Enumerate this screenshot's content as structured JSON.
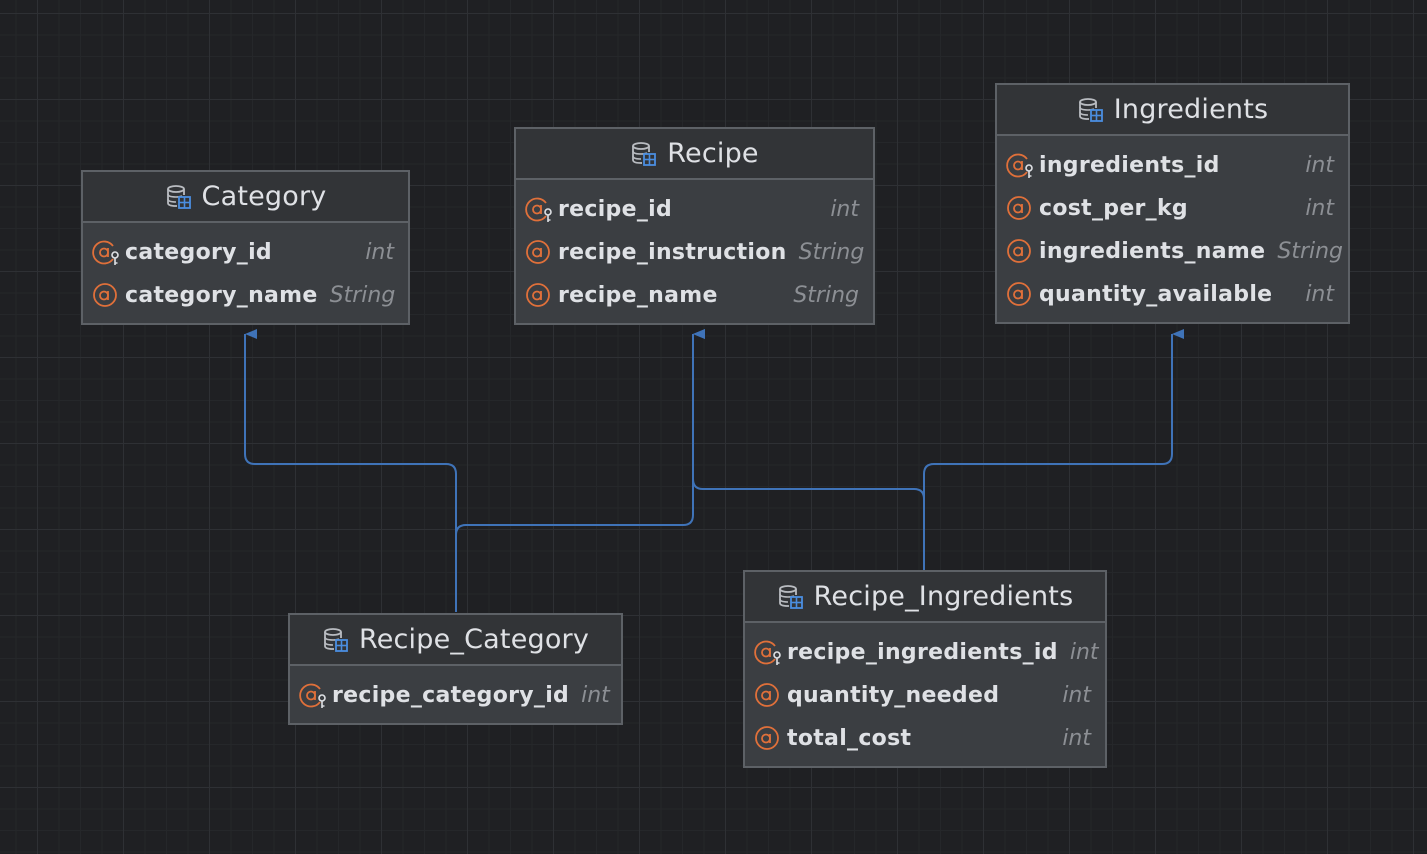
{
  "diagram": {
    "entities": [
      {
        "id": "category",
        "title": "Category",
        "fields": [
          {
            "name": "category_id",
            "type": "int",
            "key": true
          },
          {
            "name": "category_name",
            "type": "String",
            "key": false
          }
        ]
      },
      {
        "id": "recipe",
        "title": "Recipe",
        "fields": [
          {
            "name": "recipe_id",
            "type": "int",
            "key": true
          },
          {
            "name": "recipe_instruction",
            "type": "String",
            "key": false
          },
          {
            "name": "recipe_name",
            "type": "String",
            "key": false
          }
        ]
      },
      {
        "id": "ingredients",
        "title": "Ingredients",
        "fields": [
          {
            "name": "ingredients_id",
            "type": "int",
            "key": true
          },
          {
            "name": "cost_per_kg",
            "type": "int",
            "key": false
          },
          {
            "name": "ingredients_name",
            "type": "String",
            "key": false
          },
          {
            "name": "quantity_available",
            "type": "int",
            "key": false
          }
        ]
      },
      {
        "id": "recipe_category",
        "title": "Recipe_Category",
        "fields": [
          {
            "name": "recipe_category_id",
            "type": "int",
            "key": true
          }
        ]
      },
      {
        "id": "recipe_ingredients",
        "title": "Recipe_Ingredients",
        "fields": [
          {
            "name": "recipe_ingredients_id",
            "type": "int",
            "key": true
          },
          {
            "name": "quantity_needed",
            "type": "int",
            "key": false
          },
          {
            "name": "total_cost",
            "type": "int",
            "key": false
          }
        ]
      }
    ],
    "relations": [
      {
        "from": "recipe_category",
        "to": "category"
      },
      {
        "from": "recipe_category",
        "to": "recipe"
      },
      {
        "from": "recipe_ingredients",
        "to": "recipe"
      },
      {
        "from": "recipe_ingredients",
        "to": "ingredients"
      }
    ],
    "colors": {
      "connector": "#3f73b8",
      "field_icon": "#e0703a",
      "db_icon_outline": "#b9bcc1",
      "db_icon_accent": "#4a8ee0"
    },
    "icons": {
      "entity": "database-table-icon",
      "field": "field-icon",
      "key_field": "primary-key-field-icon"
    }
  }
}
